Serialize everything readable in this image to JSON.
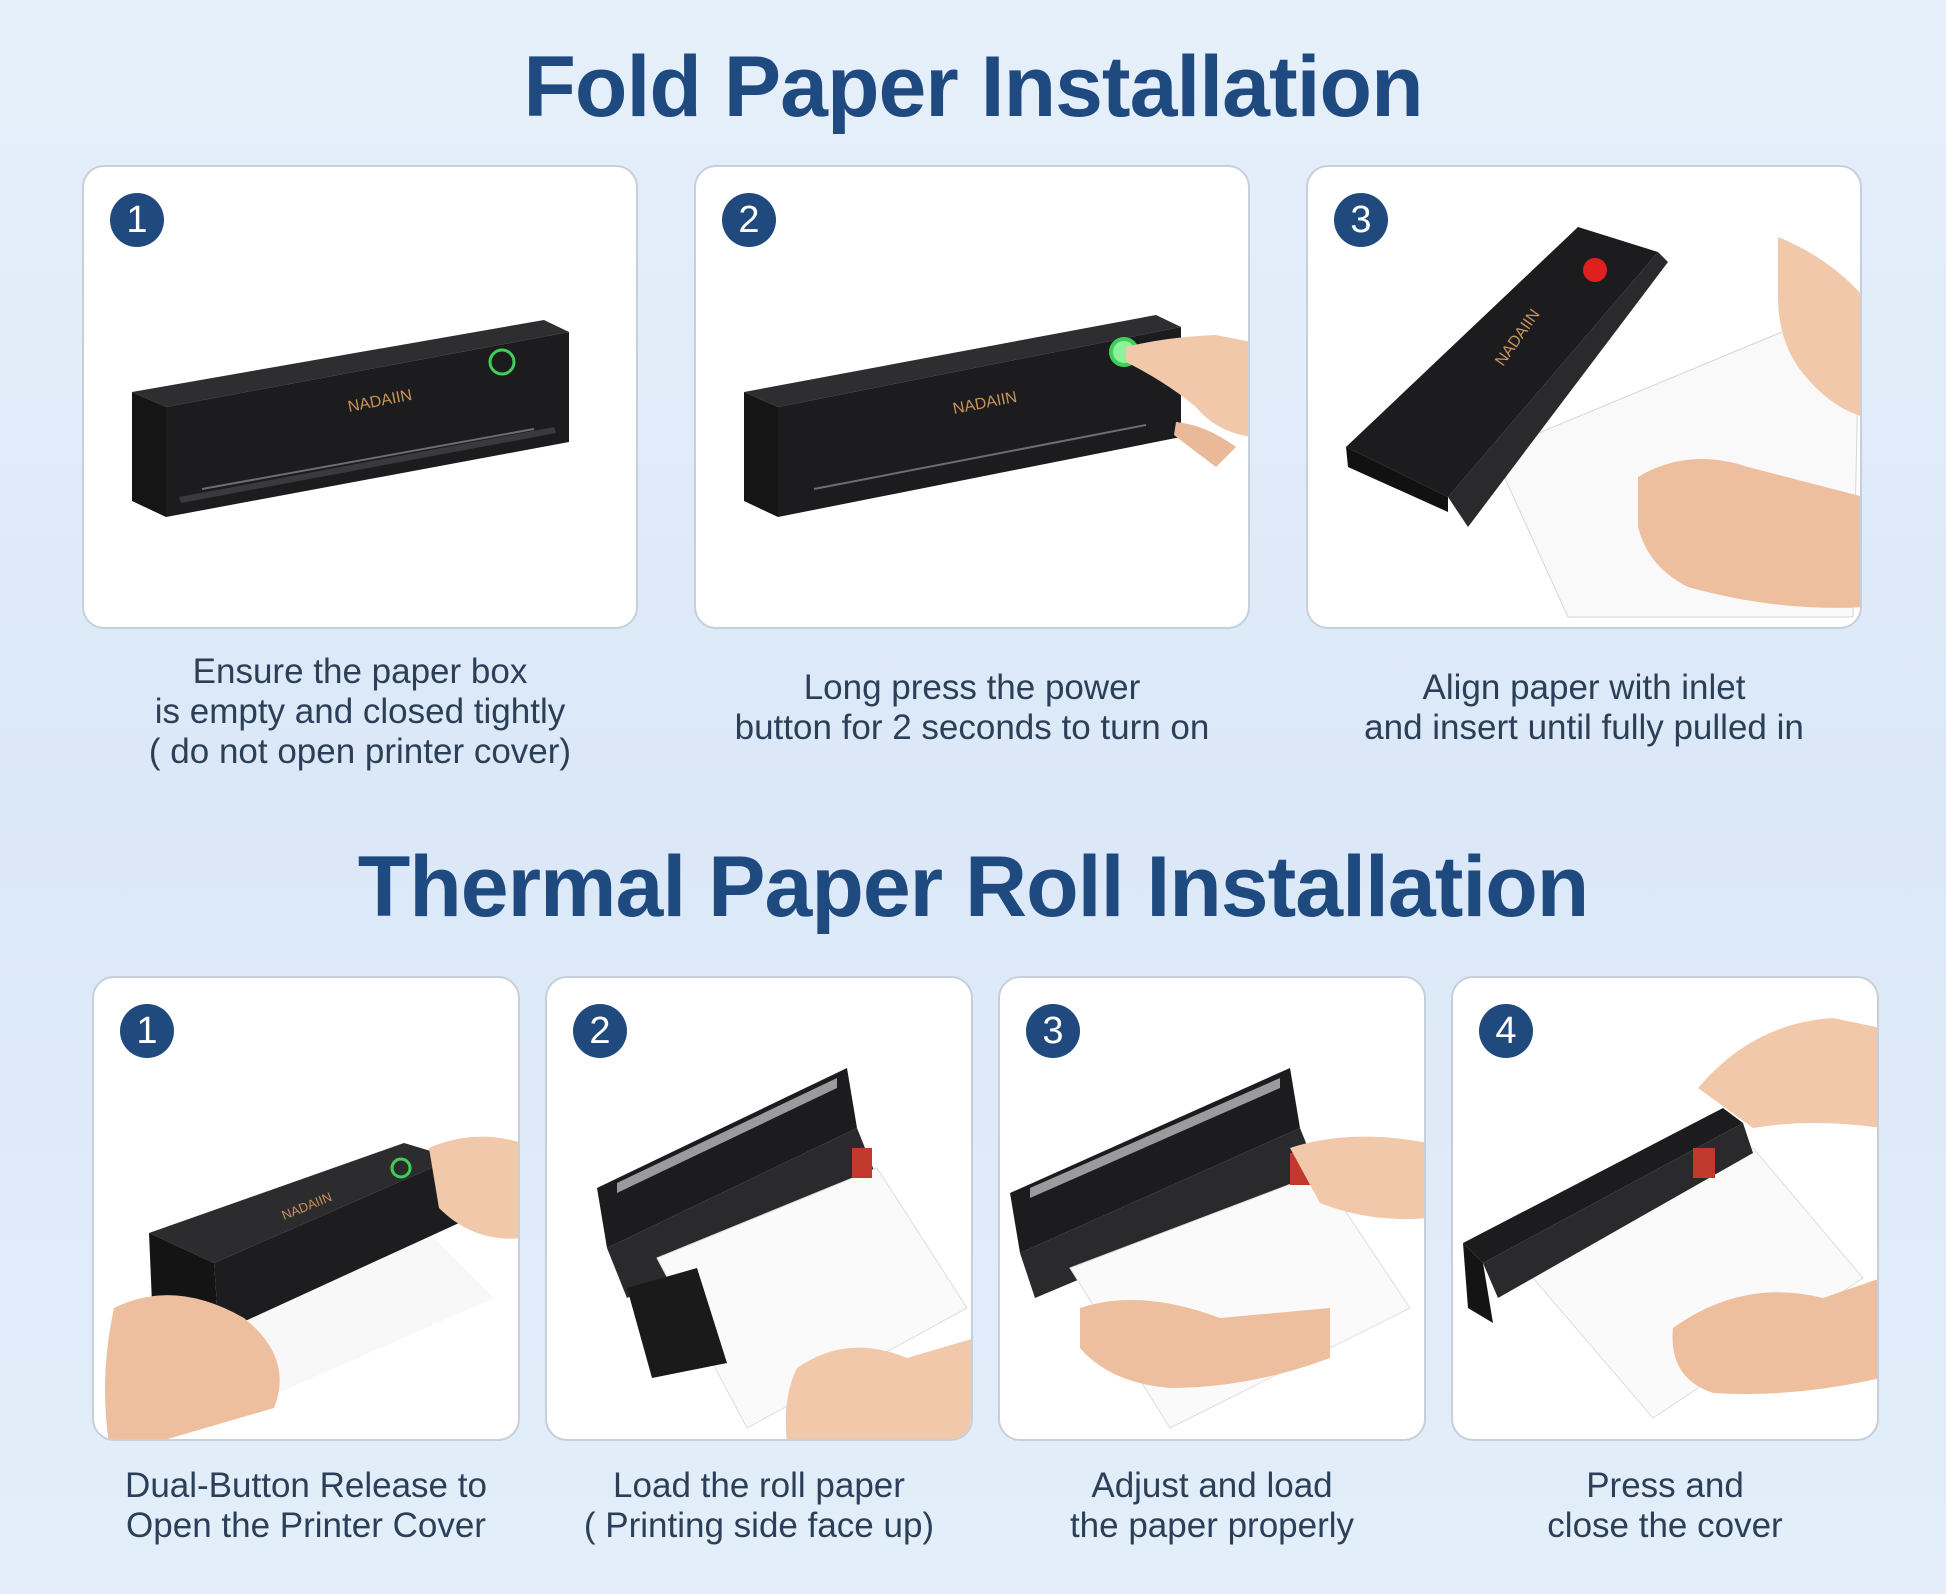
{
  "fold_section": {
    "title": "Fold Paper Installation",
    "steps": [
      {
        "number": "1",
        "brand": "NADAIIN",
        "caption": [
          "Ensure the paper box",
          "is empty and closed tightly",
          "( do not open printer cover)"
        ]
      },
      {
        "number": "2",
        "brand": "NADAIIN",
        "caption": [
          "Long press the power",
          "button for 2 seconds to turn on"
        ]
      },
      {
        "number": "3",
        "brand": "NADAIIN",
        "caption": [
          "Align paper with inlet",
          "and insert until fully pulled in"
        ]
      }
    ]
  },
  "roll_section": {
    "title": "Thermal Paper Roll Installation",
    "steps": [
      {
        "number": "1",
        "brand": "NADAIIN",
        "caption": [
          "Dual-Button Release to",
          "Open the Printer Cover"
        ]
      },
      {
        "number": "2",
        "caption": [
          "Load the roll paper",
          "( Printing side face up)"
        ]
      },
      {
        "number": "3",
        "caption": [
          "Adjust and load",
          "the paper properly"
        ]
      },
      {
        "number": "4",
        "caption": [
          "Press and",
          "close the cover"
        ]
      }
    ]
  },
  "colors": {
    "title": "#1f4a80",
    "badge": "#204a7d",
    "printer": "#1c1c1e",
    "brand_text": "#c9935a",
    "led_green": "#3ecf5a",
    "led_red": "#e02020",
    "skin": "#f1c8aa"
  }
}
